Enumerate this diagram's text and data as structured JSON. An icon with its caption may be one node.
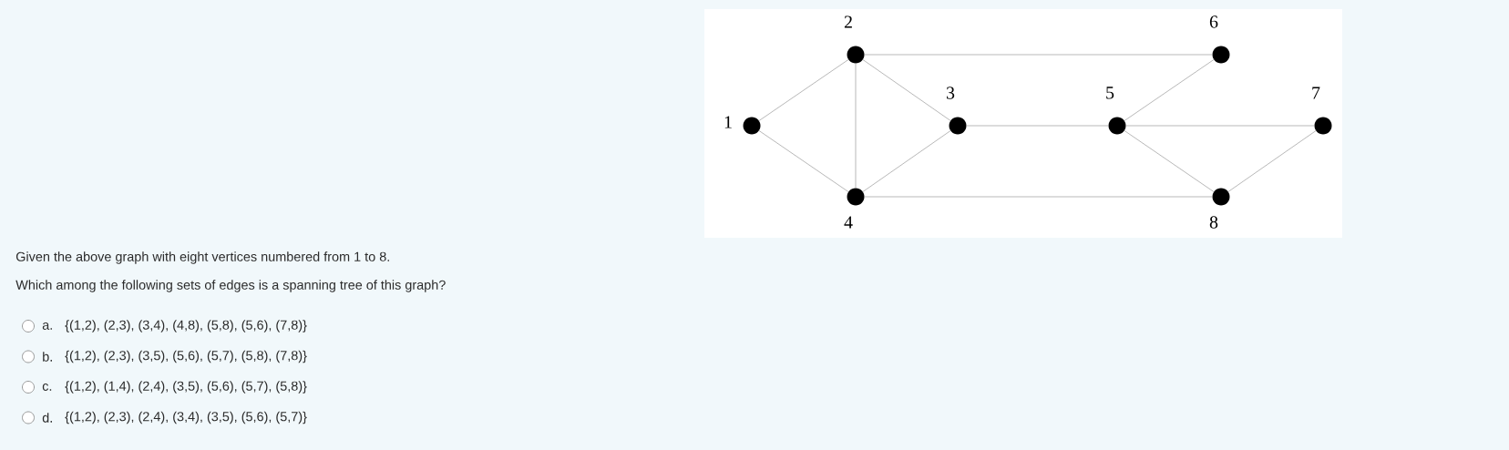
{
  "diagram": {
    "nodes": [
      {
        "text": [
          "1"
        ]
      },
      {
        "text": [
          "2"
        ]
      },
      {
        "text": [
          "3"
        ]
      },
      {
        "text": [
          "4"
        ]
      },
      {
        "text": [
          "5"
        ]
      },
      {
        "text": [
          "6"
        ]
      },
      {
        "text": [
          "7"
        ]
      },
      {
        "text": [
          "8"
        ]
      }
    ],
    "edges": [
      {
        "from": 0,
        "to": 1,
        "arrow": "none"
      },
      {
        "from": 0,
        "to": 3,
        "arrow": "none"
      },
      {
        "from": 1,
        "to": 3,
        "arrow": "none"
      },
      {
        "from": 1,
        "to": 2,
        "arrow": "none"
      },
      {
        "from": 1,
        "to": 5,
        "arrow": "none"
      },
      {
        "from": 2,
        "to": 3,
        "arrow": "none"
      },
      {
        "from": 2,
        "to": 4,
        "arrow": "none"
      },
      {
        "from": 4,
        "to": 5,
        "arrow": "none"
      },
      {
        "from": 4,
        "to": 6,
        "arrow": "none"
      },
      {
        "from": 4,
        "to": 7,
        "arrow": "none"
      },
      {
        "from": 3,
        "to": 7,
        "arrow": "none"
      },
      {
        "from": 6,
        "to": 7,
        "arrow": "none"
      }
    ],
    "labels": [
      "Given the above graph with eight vertices numbered from 1 to 8.",
      "Which among the following sets of edges is a spanning tree of this graph?",
      "a.",
      "{(1,2), (2,3), (3,4), (4,8), (5,8), (5,6), (7,8)}",
      "b.",
      "{(1,2), (2,3), (3,5), (5,6), (5,7), (5,8), (7,8)}",
      "c.",
      "{(1,2), (1,4), (2,4), (3,5), (5,6), (5,7), (5,8)}",
      "d.",
      "{(1,2), (2,3), (2,4), (3,4), (3,5), (5,6), (5,7)}"
    ]
  }
}
